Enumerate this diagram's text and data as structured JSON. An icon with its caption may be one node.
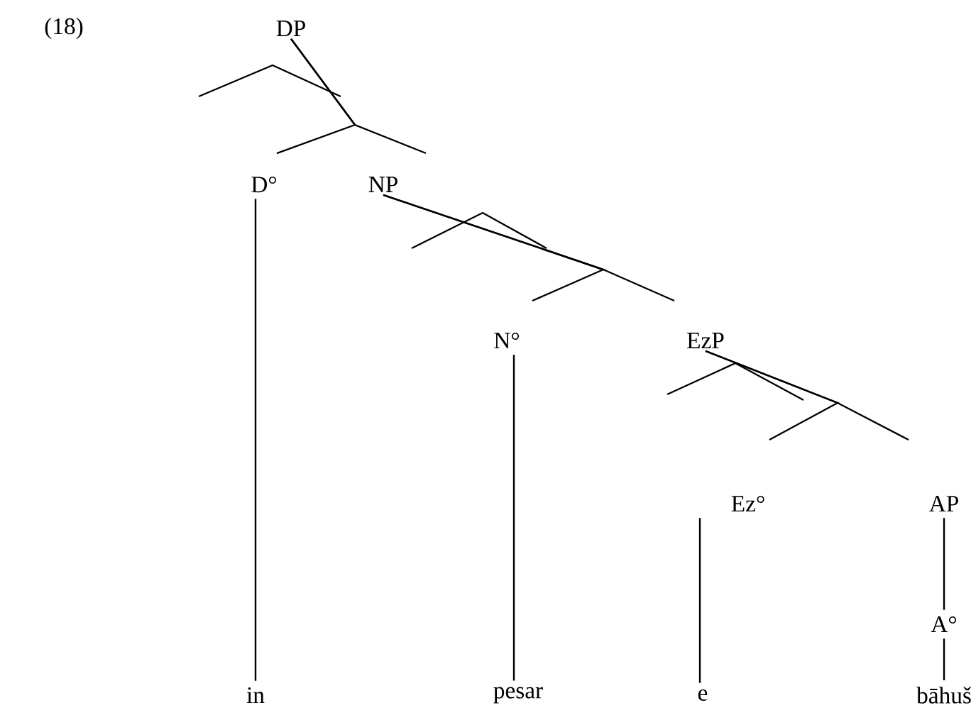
{
  "diagram": {
    "nodes": [
      {
        "text": [
          "DP"
        ]
      },
      {
        "text": [
          "D°"
        ]
      },
      {
        "text": [
          "NP"
        ]
      },
      {
        "text": [
          "N°"
        ]
      },
      {
        "text": [
          "EzP"
        ]
      },
      {
        "text": [
          "Ez°"
        ]
      },
      {
        "text": [
          "AP"
        ]
      },
      {
        "text": [
          "A°"
        ]
      },
      {
        "text": [
          "in"
        ]
      },
      {
        "text": [
          "pesar"
        ]
      },
      {
        "text": [
          "e"
        ]
      },
      {
        "text": [
          "bāhuš"
        ]
      }
    ],
    "edges": [
      {
        "from": 0,
        "to": 1,
        "arrow": "none"
      },
      {
        "from": 0,
        "to": 2,
        "arrow": "none"
      },
      {
        "from": 2,
        "to": 3,
        "arrow": "none"
      },
      {
        "from": 2,
        "to": 4,
        "arrow": "none"
      },
      {
        "from": 4,
        "to": 5,
        "arrow": "none"
      },
      {
        "from": 4,
        "to": 6,
        "arrow": "none"
      },
      {
        "from": 6,
        "to": 7,
        "arrow": "none"
      },
      {
        "from": 1,
        "to": 8,
        "arrow": "none"
      },
      {
        "from": 3,
        "to": 9,
        "arrow": "none"
      },
      {
        "from": 5,
        "to": 10,
        "arrow": "none"
      },
      {
        "from": 7,
        "to": 11,
        "arrow": "none"
      }
    ],
    "labels": [
      "(18)"
    ]
  }
}
